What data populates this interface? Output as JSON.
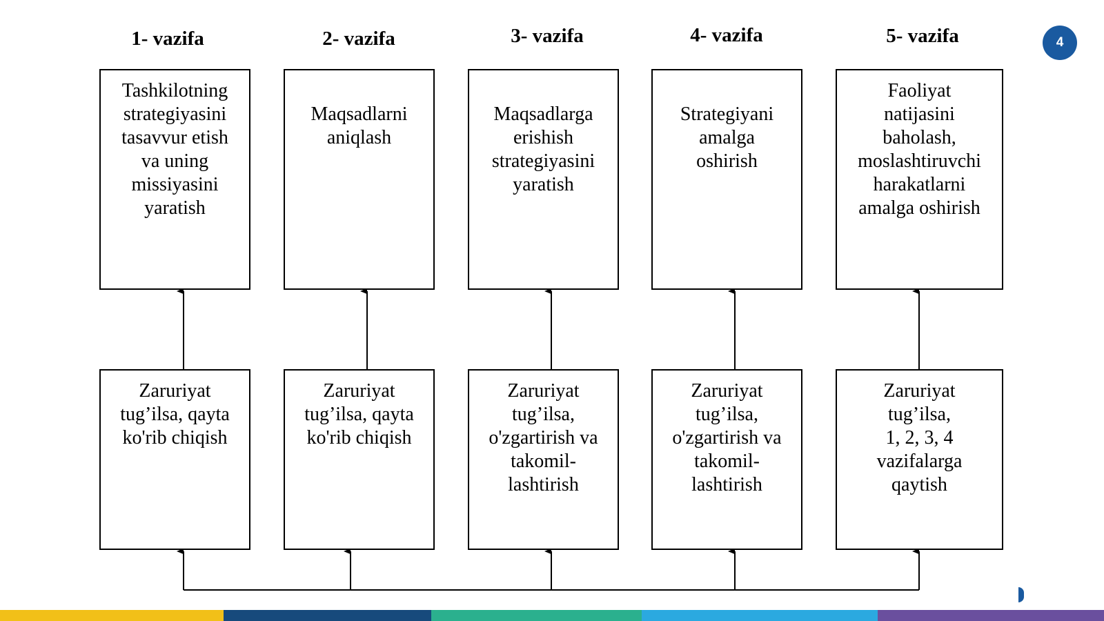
{
  "tasks": [
    {
      "title": "1- vazifa",
      "top_text": "Tashkilotning\nstrategiyasini\ntasavvur etish\nva uning\nmissiyasini\nyaratish",
      "bottom_text": "Zaruriyat\ntug’ilsa, qayta\nko'rib chiqish"
    },
    {
      "title": "2- vazifa",
      "top_text": "Maqsadlarni\naniqlash",
      "bottom_text": "Zaruriyat\ntug’ilsa, qayta\nko'rib chiqish"
    },
    {
      "title": "3- vazifa",
      "top_text": "Maqsadlarga\nerishish\nstrategiyasini\nyaratish",
      "bottom_text": "Zaruriyat\ntug’ilsa,\no'zgartirish va\ntakomil-\nlashtirish"
    },
    {
      "title": "4- vazifa",
      "top_text": "Strategiyani\namalga\noshirish",
      "bottom_text": "Zaruriyat\ntug’ilsa,\no'zgartirish va\ntakomil-\nlashtirish"
    },
    {
      "title": "5- vazifa",
      "top_text": "Faoliyat\nnatijasini\nbaholash,\nmoslashtiruvchi\nharakatlarni\namalga oshirish",
      "bottom_text": "Zaruriyat\ntug’ilsa,\n1, 2, 3, 4\nvazifalarga\nqaytish"
    }
  ],
  "page_number": "4",
  "colors": {
    "badge": "#1a5aa0",
    "nav_mark": "#1a5aa0",
    "footer": [
      "#f2c018",
      "#174a7c",
      "#2bb08e",
      "#2ba9e0",
      "#6a4f9e"
    ]
  }
}
